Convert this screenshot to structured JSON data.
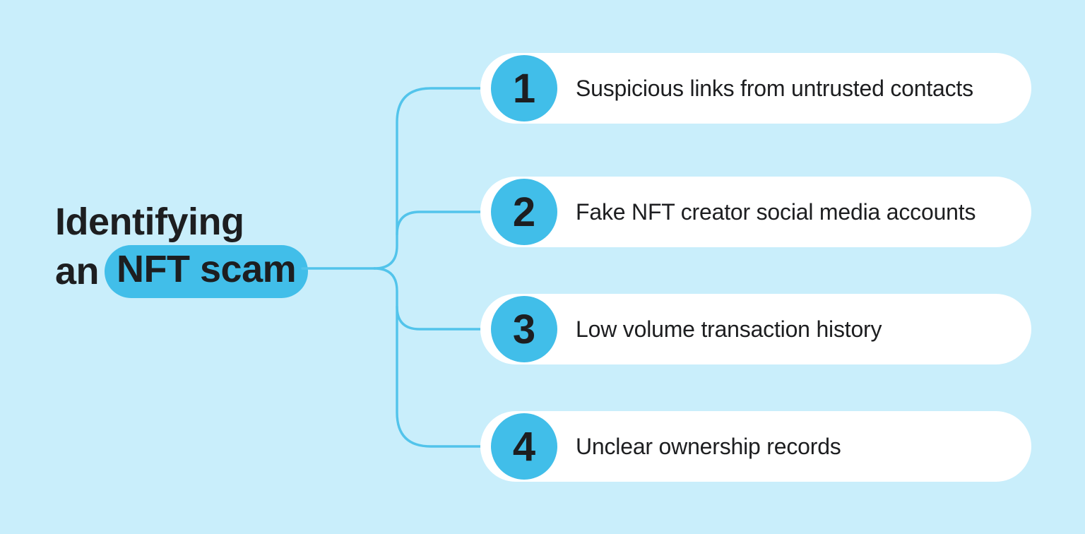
{
  "colors": {
    "background": "#C9EEFB",
    "accent": "#41BEE9",
    "line": "#52C4EB",
    "card": "#FFFFFF",
    "text": "#1D1E20"
  },
  "title": {
    "line1": "Identifying",
    "line2_prefix": "an",
    "highlight": "NFT scam"
  },
  "items": [
    {
      "number": "1",
      "label": "Suspicious links from untrusted contacts"
    },
    {
      "number": "2",
      "label": "Fake NFT creator social media accounts"
    },
    {
      "number": "3",
      "label": "Low volume transaction history"
    },
    {
      "number": "4",
      "label": "Unclear ownership records"
    }
  ]
}
